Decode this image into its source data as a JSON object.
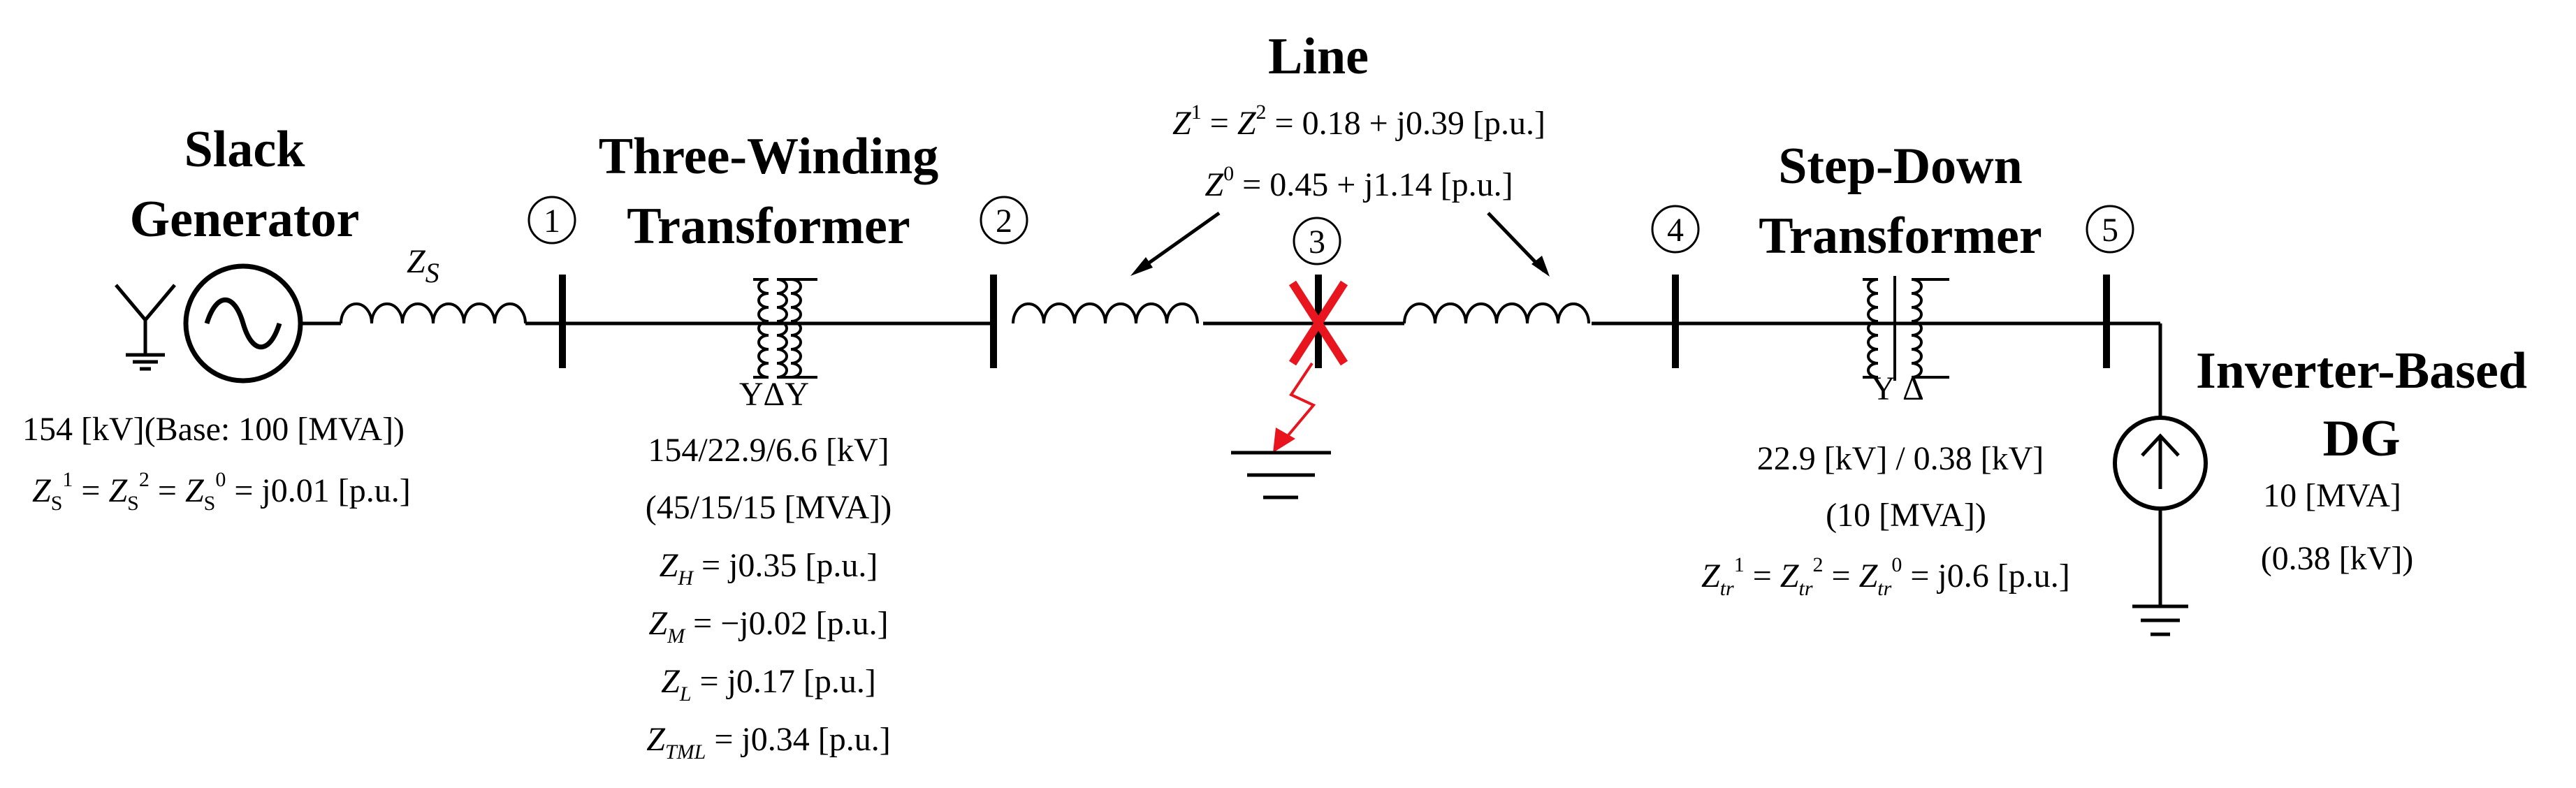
{
  "headings": {
    "slack_line1": "Slack",
    "slack_line2": "Generator",
    "twt_line1": "Three-Winding",
    "twt_line2": "Transformer",
    "line": "Line",
    "sdt_line1": "Step-Down",
    "sdt_line2": "Transformer",
    "dg_line1": "Inverter-Based",
    "dg_line2": "DG"
  },
  "buses": [
    "1",
    "2",
    "3",
    "4",
    "5"
  ],
  "slack": {
    "zs_symbol": "Z",
    "zs_sub": "S",
    "voltage": "154 [kV](Base: 100 [MVA])",
    "impedance": {
      "z": "Z",
      "sub": "S",
      "s1": "1",
      "s2": "2",
      "s0": "0",
      "eq": "=",
      "value": "j0.01 [p.u.]"
    }
  },
  "three_winding": {
    "voltage": "154/22.9/6.6 [kV]",
    "rating": "(45/15/15 [MVA])",
    "connection": "YΔY",
    "impedances": [
      {
        "z": "Z",
        "sub": "H",
        "value": "= j0.35 [p.u.]"
      },
      {
        "z": "Z",
        "sub": "M",
        "value": "= −j0.02 [p.u.]"
      },
      {
        "z": "Z",
        "sub": "L",
        "value": "= j0.17 [p.u.]"
      },
      {
        "z": "Z",
        "sub": "TML",
        "value": "= j0.34 [p.u.]"
      }
    ]
  },
  "line": {
    "pos": {
      "z1": "Z",
      "s1": "1",
      "z2": "Z",
      "s2": "2",
      "value": "= 0.18 + j0.39 [p.u.]"
    },
    "zero": {
      "z": "Z",
      "s0": "0",
      "value": "= 0.45 + j1.14 [p.u.]"
    }
  },
  "step_down": {
    "voltage": "22.9 [kV] / 0.38 [kV]",
    "rating": "(10 [MVA])",
    "connection": "Y Δ",
    "impedance": {
      "z": "Z",
      "sub": "tr",
      "s1": "1",
      "s2": "2",
      "s0": "0",
      "eq": "=",
      "value": "j0.6 [p.u.]"
    }
  },
  "dg": {
    "rating": "10 [MVA]",
    "voltage": "(0.38 [kV])"
  },
  "colors": {
    "fault": "#e8141e",
    "ink": "#000000"
  }
}
